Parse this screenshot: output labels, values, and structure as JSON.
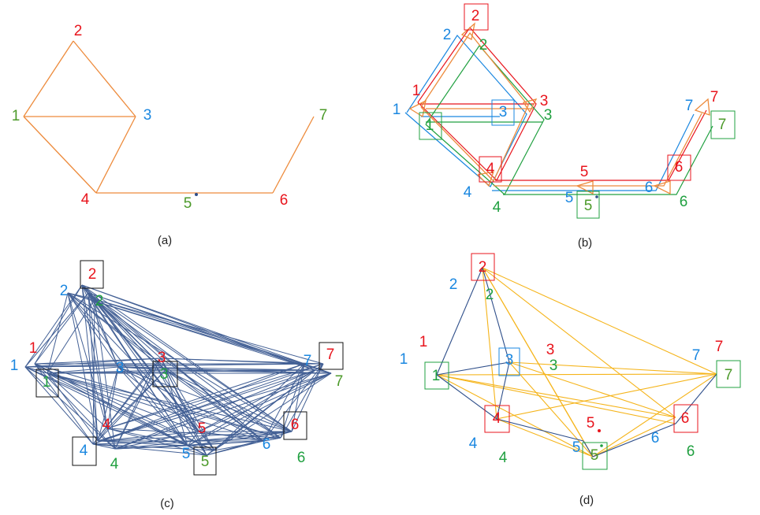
{
  "captions": {
    "a": "(a)",
    "b": "(b)",
    "c": "(c)",
    "d": "(d)"
  },
  "panel_a": {
    "labels": [
      "1",
      "2",
      "3",
      "4",
      "5",
      "6",
      "7"
    ]
  },
  "panel_b": {
    "red_labels": [
      "1",
      "2",
      "3",
      "4",
      "5",
      "6",
      "7"
    ],
    "blue_labels": [
      "1",
      "2",
      "3",
      "4",
      "5",
      "6",
      "7"
    ],
    "green_labels": [
      "1",
      "2",
      "3",
      "4",
      "5",
      "6",
      "7"
    ]
  },
  "panel_c": {
    "red_labels": [
      "1",
      "2",
      "3",
      "4",
      "5",
      "6",
      "7"
    ],
    "blue_labels": [
      "1",
      "2",
      "3",
      "4",
      "5",
      "6",
      "7"
    ],
    "green_labels": [
      "1",
      "2",
      "3",
      "4",
      "5",
      "6",
      "7"
    ]
  },
  "panel_d": {
    "red_labels": [
      "1",
      "2",
      "3",
      "4",
      "5",
      "6",
      "7"
    ],
    "blue_labels": [
      "1",
      "2",
      "3",
      "4",
      "5",
      "6",
      "7"
    ],
    "green_labels": [
      "1",
      "2",
      "3",
      "4",
      "5",
      "6",
      "7"
    ]
  },
  "colors": {
    "orange": "#ed8b3c",
    "red": "#e8141c",
    "blue": "#1a87e0",
    "green": "#20a040",
    "navy": "#2f4f8a",
    "gold": "#f5b41a"
  }
}
